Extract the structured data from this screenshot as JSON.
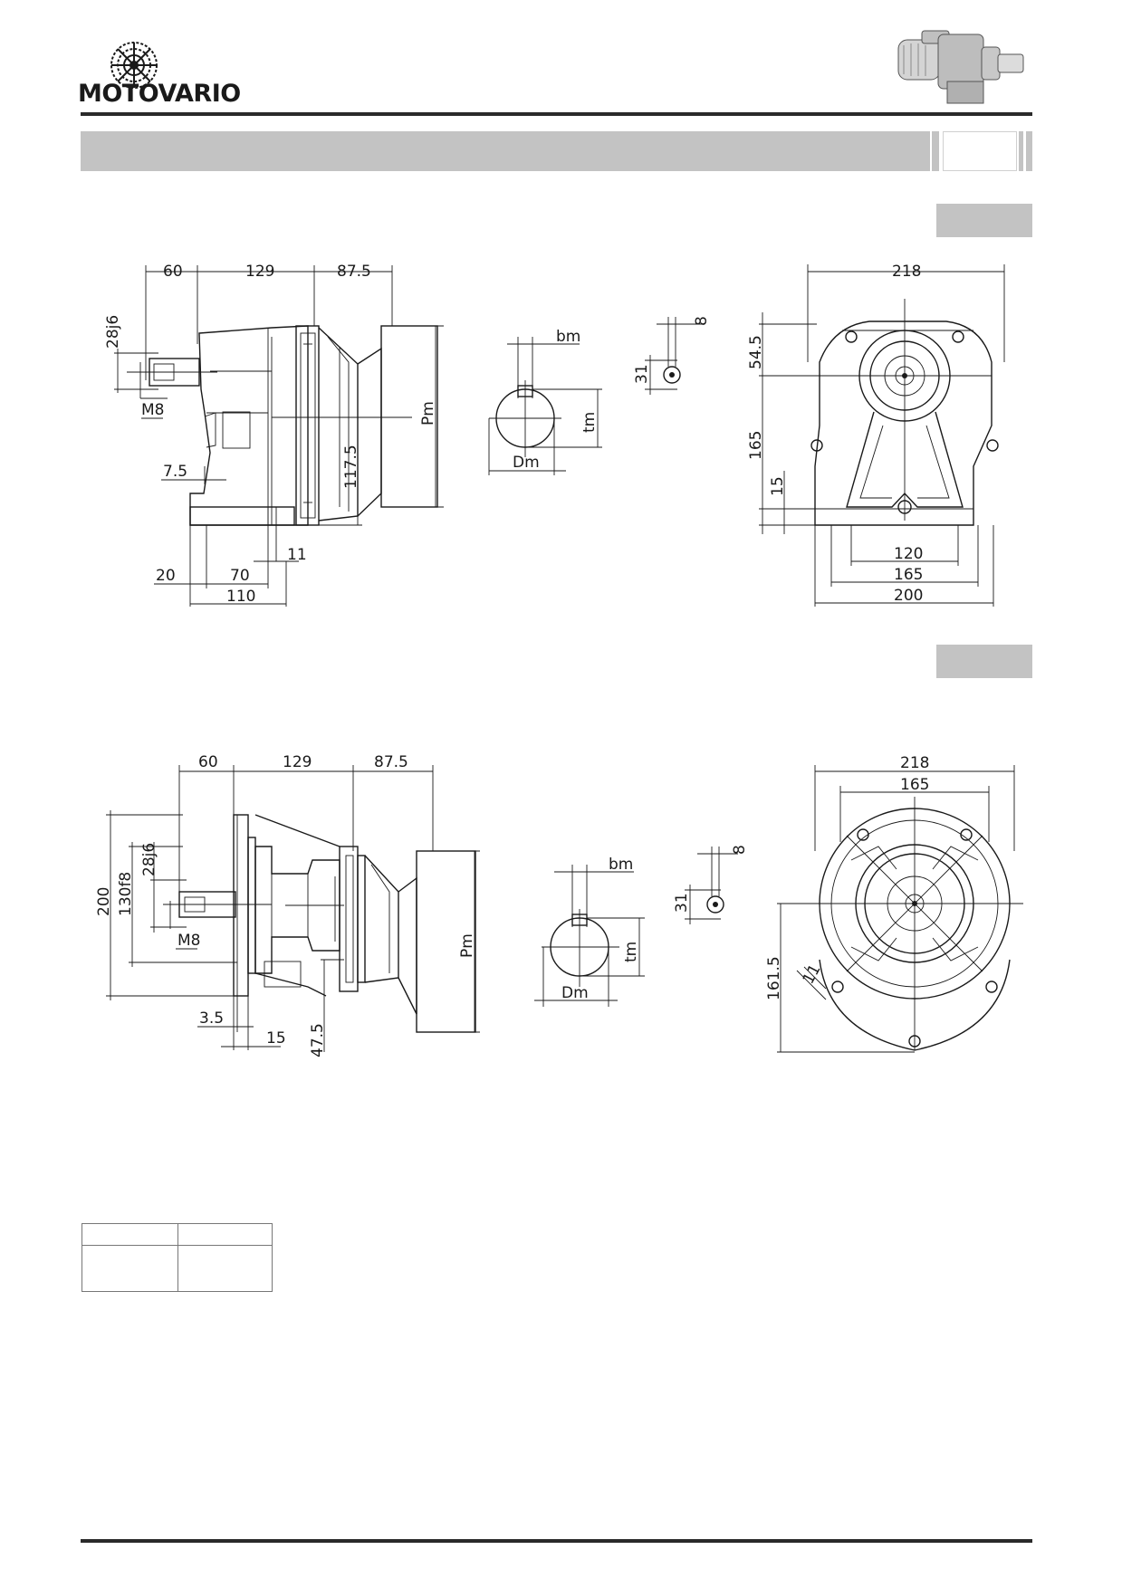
{
  "brand": {
    "name": "MOTOVARIO"
  },
  "icons": {
    "logo": "motovario-logo-icon",
    "product": "gearmotor-product-icon"
  },
  "drawing_a": {
    "side": {
      "top_dims": [
        "60",
        "129",
        "87.5"
      ],
      "shaft_dia": "28j6",
      "thread": "M8",
      "offset": "7.5",
      "height": "117.5",
      "flange_label": "Pm",
      "bottom_dims": [
        "20",
        "70",
        "11",
        "110"
      ]
    },
    "key": {
      "width_label": "bm",
      "height_label": "tm",
      "dia_label": "Dm"
    },
    "small": {
      "width": "8",
      "height": "31"
    },
    "front": {
      "width": "218",
      "upper": "54.5",
      "height": "165",
      "foot": "15",
      "bottom_dims": [
        "120",
        "165",
        "200"
      ]
    }
  },
  "drawing_b": {
    "side": {
      "top_dims": [
        "60",
        "129",
        "87.5"
      ],
      "flange_dia": "200",
      "spigot": "130f8",
      "shaft_dia": "28j6",
      "thread": "M8",
      "offset": "3.5",
      "thickness": "15",
      "height": "47.5",
      "flange_label": "Pm"
    },
    "key": {
      "width_label": "bm",
      "height_label": "tm",
      "dia_label": "Dm"
    },
    "small": {
      "width": "8",
      "height": "31"
    },
    "front": {
      "width": "218",
      "pcd": "165",
      "height": "161.5",
      "hole": "11"
    }
  }
}
